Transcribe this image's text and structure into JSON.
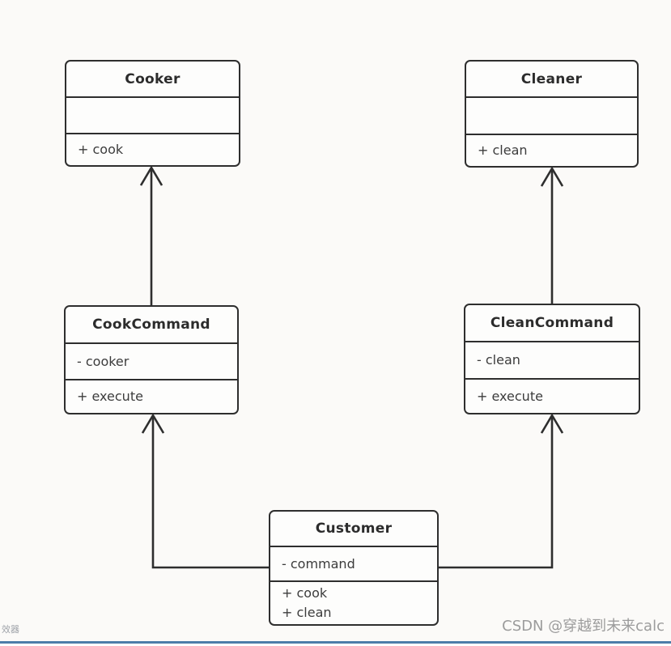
{
  "page": {
    "watermark": "CSDN @穿越到未来calc",
    "corner_fragment": "效器"
  },
  "colors": {
    "background": "#fbfaf8",
    "line": "#2e2e2e",
    "box_fill": "#fdfdfc",
    "text": "#3c3c3c",
    "watermark": "#9c9c9c",
    "footer_rule": "#4d7da9"
  },
  "diagram": {
    "type": "uml-class-diagram",
    "classes": [
      {
        "name": "Cooker",
        "fields": [],
        "methods": [
          "+ cook"
        ]
      },
      {
        "name": "Cleaner",
        "fields": [],
        "methods": [
          "+ clean"
        ]
      },
      {
        "name": "CookCommand",
        "fields": [
          "- cooker"
        ],
        "methods": [
          "+ execute"
        ]
      },
      {
        "name": "CleanCommand",
        "fields": [
          "- clean"
        ],
        "methods": [
          "+ execute"
        ]
      },
      {
        "name": "Customer",
        "fields": [
          "- command"
        ],
        "methods": [
          "+ cook",
          "+ clean"
        ]
      }
    ],
    "relations": [
      {
        "from": "CookCommand",
        "to": "Cooker",
        "arrow": "open"
      },
      {
        "from": "CleanCommand",
        "to": "Cleaner",
        "arrow": "open"
      },
      {
        "from": "Customer",
        "to": "CookCommand",
        "arrow": "open"
      },
      {
        "from": "Customer",
        "to": "CleanCommand",
        "arrow": "open"
      }
    ]
  }
}
